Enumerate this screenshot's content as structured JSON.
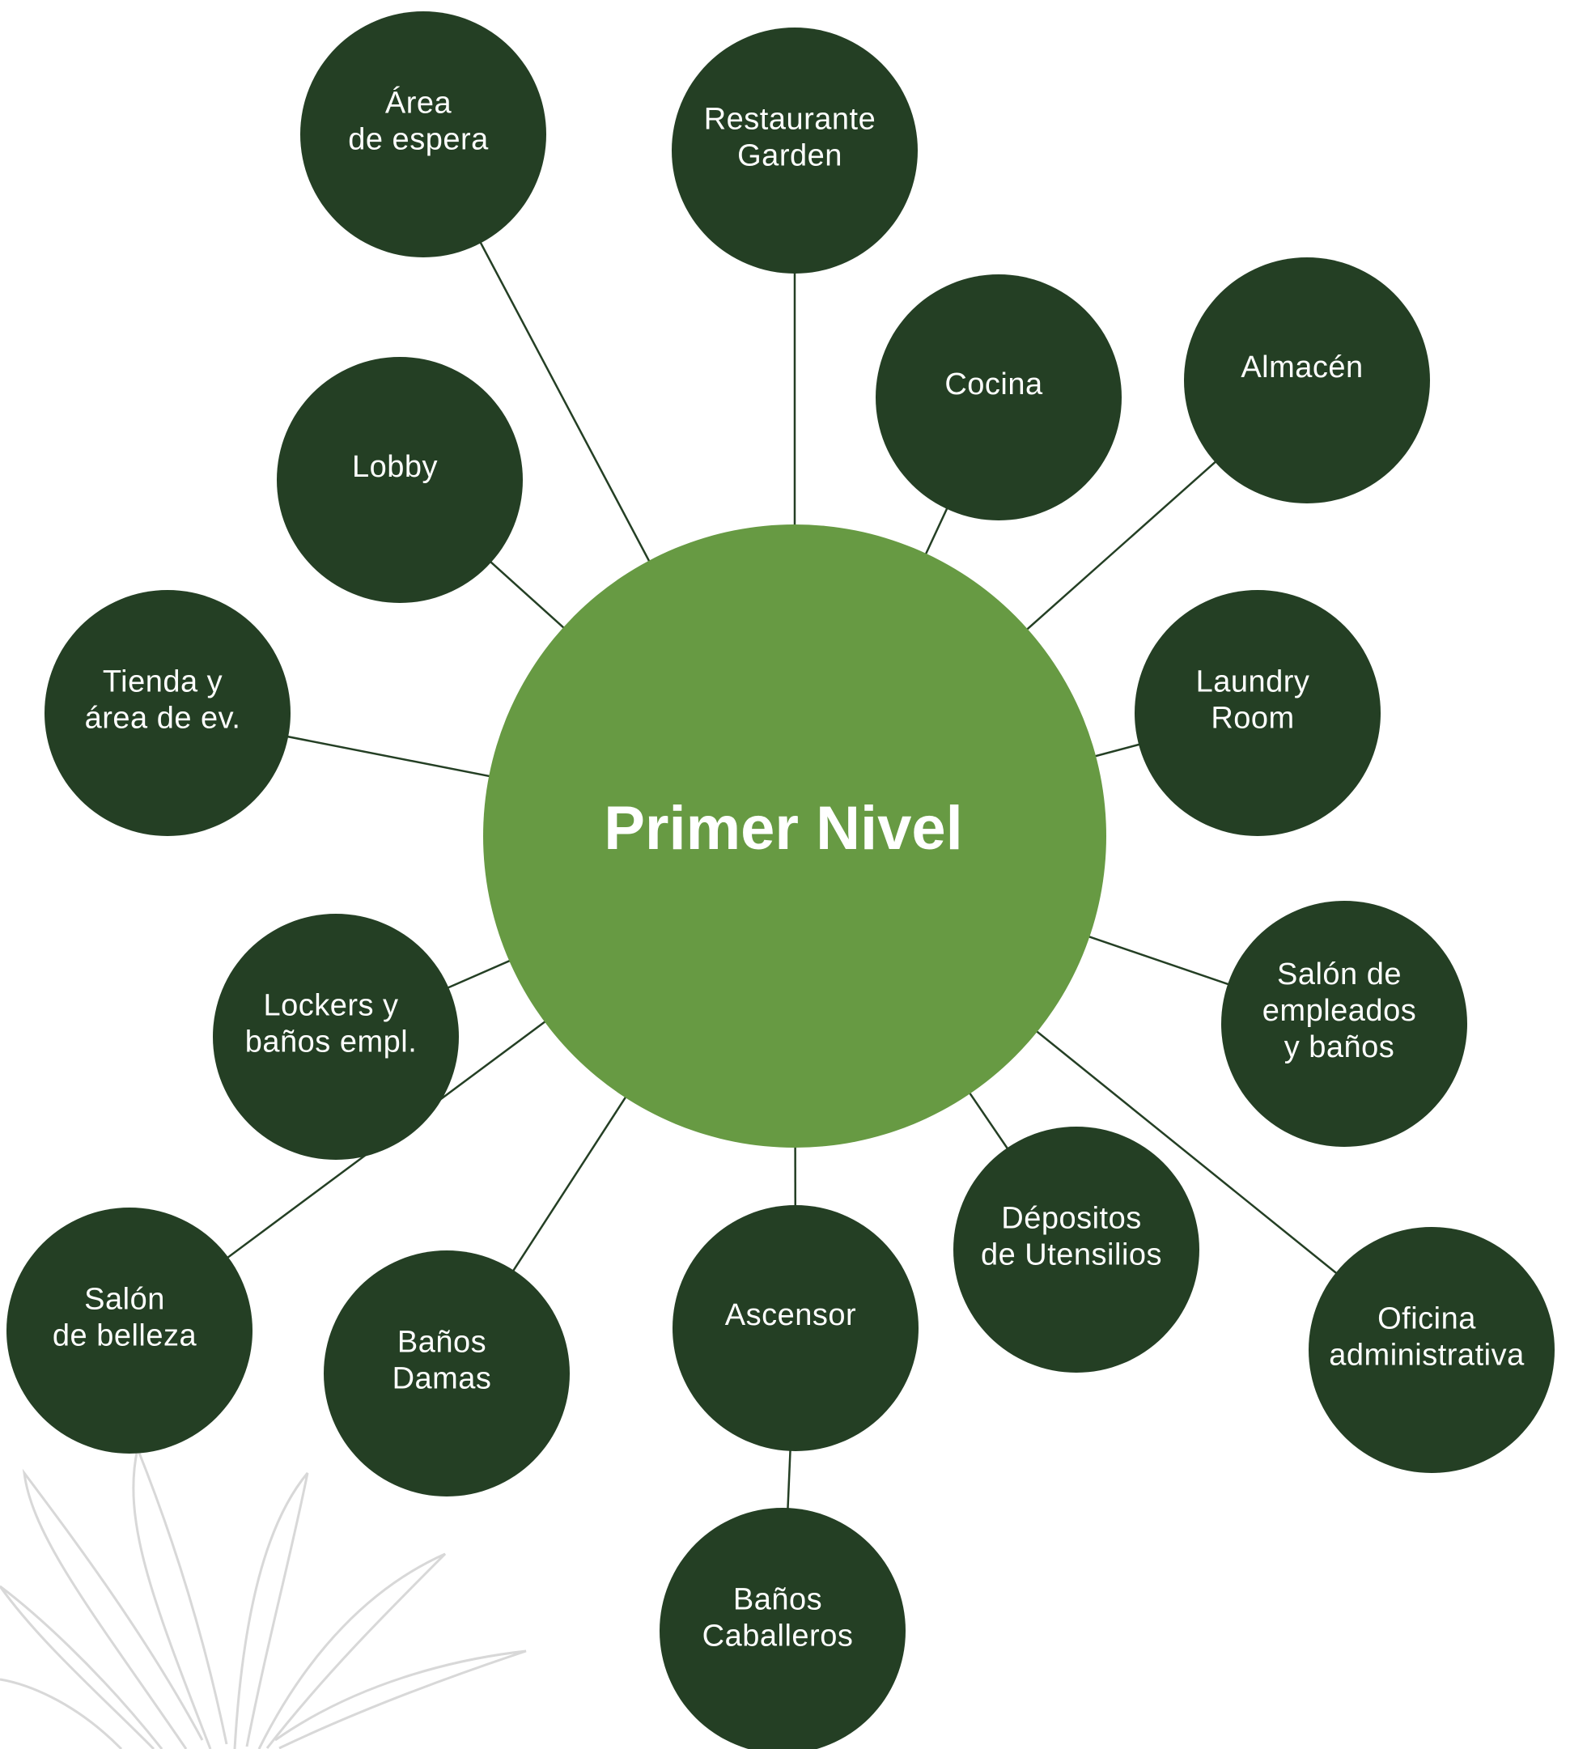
{
  "colors": {
    "node_fill": "#243f24",
    "center_fill": "#679a43",
    "text": "#ffffff",
    "edge": "#243f24",
    "decoration": "#d8d8d8"
  },
  "center": {
    "label": "Primer Nivel"
  },
  "nodes": [
    {
      "id": "area-espera",
      "lines": [
        "Área",
        "de espera"
      ],
      "parent": "center"
    },
    {
      "id": "restaurante-garden",
      "lines": [
        "Restaurante",
        "Garden"
      ],
      "parent": "center"
    },
    {
      "id": "cocina",
      "lines": [
        "Cocina"
      ],
      "parent": "center"
    },
    {
      "id": "almacen",
      "lines": [
        "Almacén"
      ],
      "parent": "center"
    },
    {
      "id": "lobby",
      "lines": [
        "Lobby"
      ],
      "parent": "center"
    },
    {
      "id": "tienda",
      "lines": [
        "Tienda y",
        "área de ev."
      ],
      "parent": "center"
    },
    {
      "id": "laundry-room",
      "lines": [
        "Laundry",
        "Room"
      ],
      "parent": "center"
    },
    {
      "id": "salon-empleados",
      "lines": [
        "Salón de",
        "empleados",
        "y baños"
      ],
      "parent": "center"
    },
    {
      "id": "lockers",
      "lines": [
        "Lockers y",
        "baños empl."
      ],
      "parent": "center"
    },
    {
      "id": "salon-belleza",
      "lines": [
        "Salón",
        "de belleza"
      ],
      "parent": "center"
    },
    {
      "id": "banos-damas",
      "lines": [
        "Baños",
        "Damas"
      ],
      "parent": "center"
    },
    {
      "id": "ascensor",
      "lines": [
        "Ascensor"
      ],
      "parent": "center"
    },
    {
      "id": "depositos",
      "lines": [
        "Dépositos",
        "de Utensilios"
      ],
      "parent": "center"
    },
    {
      "id": "oficina",
      "lines": [
        "Oficina",
        "administrativa"
      ],
      "parent": "center"
    },
    {
      "id": "banos-caballeros",
      "lines": [
        "Baños",
        "Caballeros"
      ],
      "parent": "ascensor"
    }
  ]
}
